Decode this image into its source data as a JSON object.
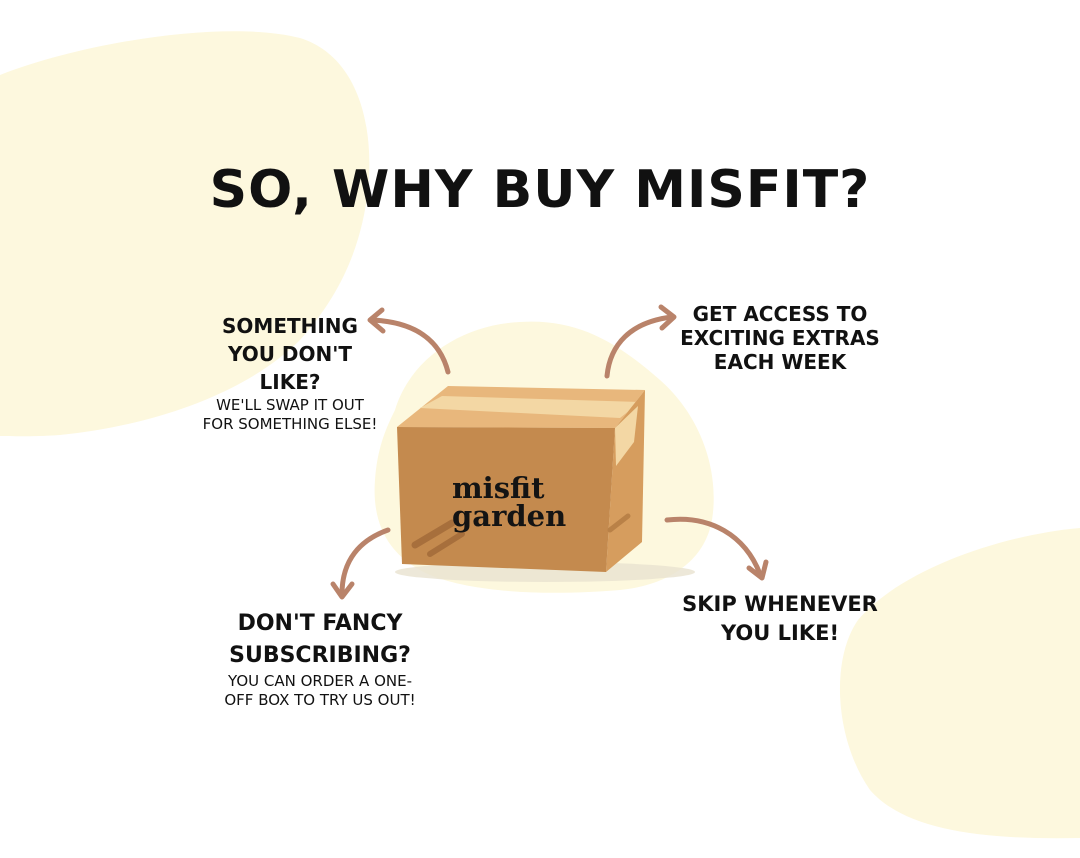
{
  "title": "SO, WHY BUY MISFIT?",
  "box": {
    "label_line1": "misfit",
    "label_line2": "garden"
  },
  "callouts": {
    "top_left": {
      "heading": "SOMETHING\nYOU DON'T\nLIKE?",
      "sub": "WE'LL SWAP IT OUT\nFOR SOMETHING ELSE!"
    },
    "top_right": {
      "heading": "GET ACCESS TO\nEXCITING EXTRAS\nEACH WEEK"
    },
    "bottom_left": {
      "heading": "DON'T FANCY\nSUBSCRIBING?",
      "sub": "YOU CAN ORDER A ONE-\nOFF BOX TO TRY US OUT!"
    },
    "bottom_right": {
      "heading": "SKIP WHENEVER\nYOU LIKE!"
    }
  },
  "colors": {
    "background": "#ffffff",
    "blob": "#fdf8de",
    "arrow": "#b9836a",
    "box_front": "#c48a4e",
    "box_side": "#d69d5e",
    "box_top": "#e8b77c",
    "tape": "#f3d7a4",
    "text": "#111111"
  }
}
